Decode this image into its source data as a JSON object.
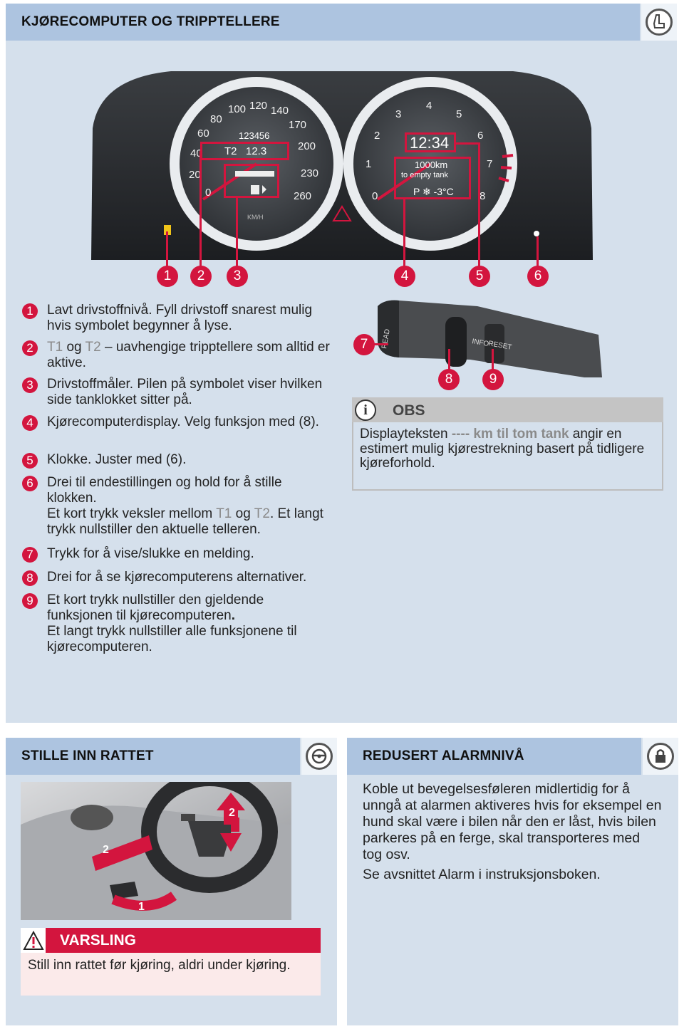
{
  "section1": {
    "title": "KJØRECOMPUTER OG TRIPPTELLERE",
    "icon": "seat-icon",
    "cluster": {
      "odometer": "123456",
      "trip_label": "T2",
      "trip_value": "12.3",
      "speed_unit": "KM/H",
      "speed_ticks": [
        "0",
        "20",
        "40",
        "60",
        "80",
        "100",
        "120",
        "140",
        "170",
        "200",
        "230",
        "260"
      ],
      "rpm_ticks": [
        "0",
        "1",
        "2",
        "3",
        "4",
        "5",
        "6",
        "7",
        "8"
      ],
      "clock": "12:34",
      "range_value": "1000km",
      "range_label": "to empty tank",
      "gear_temp": "P ❄ -3°C"
    },
    "callouts": [
      "1",
      "2",
      "3",
      "4",
      "5",
      "6"
    ],
    "items": [
      {
        "n": "1",
        "text": "Lavt drivstoffnivå. Fyll drivstoff snarest mulig hvis symbolet begynner å lyse."
      },
      {
        "n": "2",
        "t1": "T1",
        "og": " og ",
        "t2": "T2",
        "rest": " – uavhengige tripptellere som alltid er aktive."
      },
      {
        "n": "3",
        "text": "Drivstoffmåler. Pilen på symbolet viser hvilken side tanklokket sitter på."
      },
      {
        "n": "4",
        "text": "Kjørecomputerdisplay. Velg funksjon med (8)."
      },
      {
        "n": "5",
        "text": "Klokke. Juster med (6)."
      },
      {
        "n": "6",
        "line1": "Drei til endestillingen og hold for å stille klokken.",
        "line2a": "Et kort trykk veksler mellom ",
        "t1": "T1",
        "og": " og ",
        "t2": "T2",
        "line2b": ". Et langt trykk nullstiller den aktuelle telleren."
      },
      {
        "n": "7",
        "text": "Trykk for å vise/slukke en melding."
      },
      {
        "n": "8",
        "text": "Drei for å se kjørecomputerens alternativer."
      },
      {
        "n": "9",
        "line1a": "Et kort trykk nullstiller den gjeldende funksjonen til kjørecomputeren",
        "line1b": ".",
        "line2": "Et langt trykk nullstiller alle funksjonene til kjørecomputeren."
      }
    ],
    "stalk": {
      "read": "READ",
      "info": "INFO",
      "reset": "RESET",
      "callouts": [
        "7",
        "8",
        "9"
      ]
    },
    "obs": {
      "title": "OBS",
      "text_a": "Displayteksten ",
      "text_b": "---- km til tom tank",
      "text_c": " angir en estimert mulig kjørestrekning basert på tidligere kjøreforhold."
    }
  },
  "section2": {
    "title": "STILLE INN RATTET",
    "icon": "steering-wheel-icon",
    "arrow1": "1",
    "arrow2": "2",
    "arrow2b": "2",
    "warning_title": "VARSLING",
    "warning_text": "Still inn rattet før kjøring, aldri under kjøring."
  },
  "section3": {
    "title": "REDUSERT ALARMNIVÅ",
    "icon": "lock-icon",
    "para1": "Koble ut bevegelsesføleren midlertidig for å unngå at alarmen aktiveres hvis for eksempel en hund skal være i bilen når den er låst, hvis bilen parkeres på en ferge, skal transporteres med tog osv.",
    "para2": "Se avsnittet Alarm i instruksjonsboken."
  },
  "colors": {
    "accent": "#d3153e",
    "panel": "#d5e0ec",
    "header": "#adc4e0"
  }
}
